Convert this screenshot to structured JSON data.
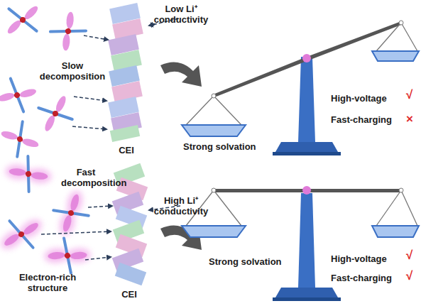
{
  "diagram": {
    "labels": [
      "Low Li⁺ conductivity",
      "Slow decomposition",
      "CEI",
      "Strong solvation",
      "High-voltage",
      "√",
      "Fast-charging",
      "×",
      "Fast decomposition",
      "High Li⁺ conductivity",
      "Electron-rich structure",
      "CEI",
      "Strong solvation",
      "High-voltage",
      "√",
      "Fast-charging",
      "√"
    ]
  }
}
